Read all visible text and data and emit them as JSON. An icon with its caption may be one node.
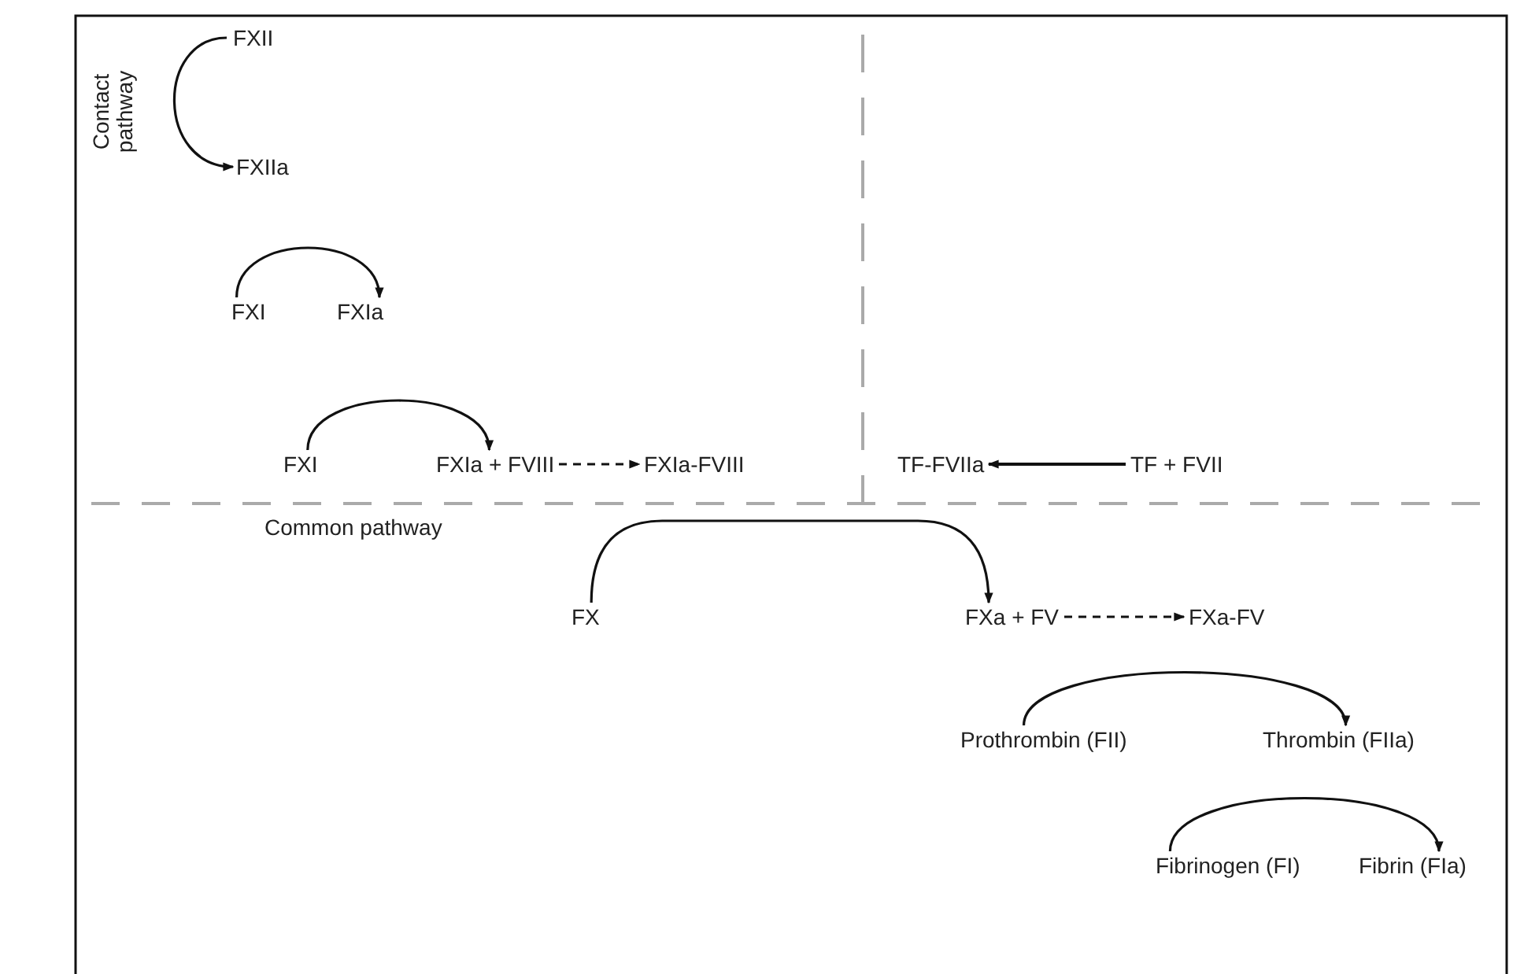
{
  "diagram": {
    "nodes": [
      {
        "text": [
          "FXII"
        ]
      },
      {
        "text": [
          "FXIIa"
        ]
      },
      {
        "text": [
          "FXI"
        ]
      },
      {
        "text": [
          "FXIa"
        ]
      },
      {
        "text": [
          "FXI"
        ]
      },
      {
        "text": [
          "FXIa + FVIII"
        ]
      },
      {
        "text": [
          "FXIa-FVIII"
        ]
      },
      {
        "text": [
          "TF-FVIIa"
        ]
      },
      {
        "text": [
          "TF + FVII"
        ]
      },
      {
        "text": [
          "FX"
        ]
      },
      {
        "text": [
          "FXa + FV"
        ]
      },
      {
        "text": [
          "FXa-FV"
        ]
      },
      {
        "text": [
          "Prothrombin (FII)"
        ]
      },
      {
        "text": [
          "Thrombin (FIIa)"
        ]
      },
      {
        "text": [
          "Fibrinogen (FI)"
        ]
      },
      {
        "text": [
          "Fibrin (FIa)"
        ]
      }
    ],
    "edges": [
      {
        "from": 0,
        "to": 1,
        "arrow": "to"
      },
      {
        "from": 2,
        "to": 3,
        "arrow": "to"
      },
      {
        "from": 4,
        "to": 5,
        "arrow": "to"
      },
      {
        "from": 5,
        "to": 6,
        "arrow": "to",
        "style": "dashed"
      },
      {
        "from": 8,
        "to": 7,
        "arrow": "to"
      },
      {
        "from": 9,
        "to": 10,
        "arrow": "to"
      },
      {
        "from": 10,
        "to": 11,
        "arrow": "to",
        "style": "dashed"
      },
      {
        "from": 12,
        "to": 13,
        "arrow": "to"
      },
      {
        "from": 14,
        "to": 15,
        "arrow": "to"
      }
    ],
    "labels": [
      "Contact pathway",
      "Common pathway"
    ]
  }
}
